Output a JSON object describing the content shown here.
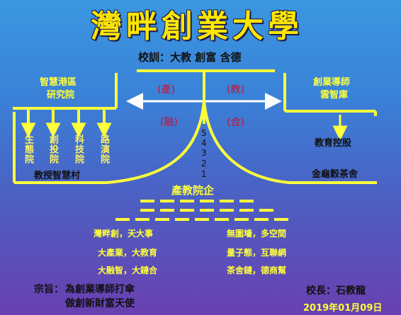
{
  "title": "灣畔創業大學",
  "motto": "校訓：大教 創富 含德",
  "left_header": {
    "line1": "智慧港區",
    "line2": "研究院"
  },
  "right_header": {
    "line1": "創業導師",
    "line2": "雲智庫"
  },
  "flow_labels": {
    "chan": "(產)",
    "jiao": "(教)",
    "rong": "(融)",
    "he": "(合)"
  },
  "branches": [
    "生態院",
    "創投院",
    "科技院",
    "路演院"
  ],
  "left_footer": "教授智慧村",
  "right_mid": "教育控股",
  "right_footer": "金龜穀茶舍",
  "numbers": [
    "5",
    "4",
    "3",
    "2",
    "1"
  ],
  "center_label": "產教院企",
  "slogans": {
    "left": [
      "灣畔創，天大事",
      "大產業，大教育",
      "大融智，大鏈合"
    ],
    "right": [
      "無圍墻，多空間",
      "量子態，互聯網",
      "茶舍鏈，德商幫"
    ]
  },
  "purpose": {
    "label": "宗旨：",
    "line1": "為創業導師打傘",
    "line2": "做創新財富天使"
  },
  "president": "校長：石教龍",
  "date": "2019年01月09日",
  "colors": {
    "line": "#ffff3b",
    "accent": "#c8102e",
    "title": "#ffe600"
  }
}
